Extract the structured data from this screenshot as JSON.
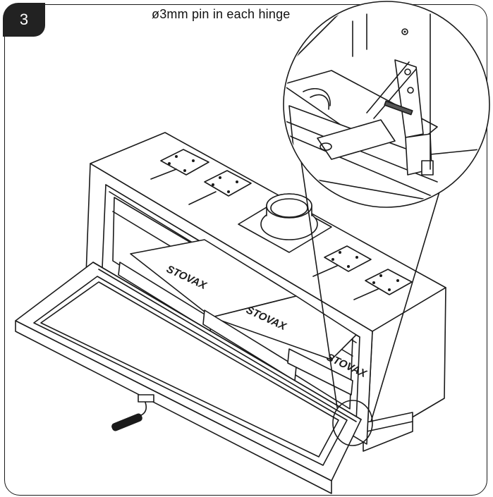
{
  "step": {
    "number": "3"
  },
  "caption": {
    "text": "ø3mm pin in each hinge"
  },
  "brand": {
    "logo_text": "STOVAX"
  },
  "colors": {
    "line": "#1a1a1a",
    "badge": "#222222",
    "background": "#ffffff"
  }
}
